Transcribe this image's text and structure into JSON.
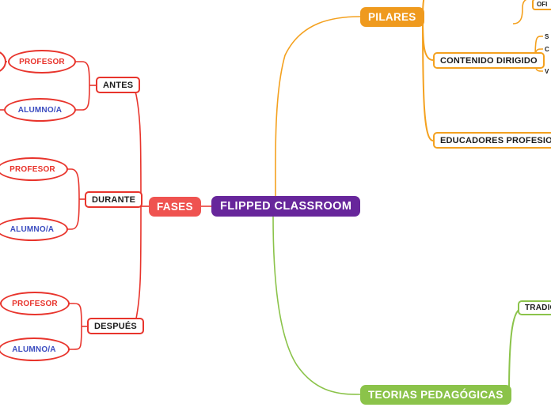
{
  "map": {
    "root": {
      "label": "FLIPPED  CLASSROOM",
      "color": "#67269b"
    },
    "branches": [
      {
        "label": "FASES",
        "color": "#ef5350",
        "children": [
          {
            "label": "ANTES",
            "children": [
              {
                "label": "PROFESOR"
              },
              {
                "label": "ALUMNO/A"
              }
            ]
          },
          {
            "label": "DURANTE",
            "children": [
              {
                "label": "PROFESOR"
              },
              {
                "label": "ALUMNO/A"
              }
            ]
          },
          {
            "label": "DESPUÉS",
            "children": [
              {
                "label": "PROFESOR"
              },
              {
                "label": "ALUMNO/A"
              }
            ]
          }
        ]
      },
      {
        "label": "PILARES",
        "color": "#ef9a1e",
        "children": [
          {
            "label": "OFI"
          },
          {
            "label": "CONTENIDO DIRIGIDO",
            "children": [
              {
                "label": "S"
              },
              {
                "label": "C"
              },
              {
                "label": "V"
              }
            ]
          },
          {
            "label": "EDUCADORES PROFESIONALES"
          }
        ]
      },
      {
        "label": "TEORIAS PEDAGÓGICAS",
        "color": "#8bc34a",
        "children": [
          {
            "label": "TRADIC"
          }
        ]
      }
    ]
  },
  "colors": {
    "root": "#67269b",
    "red": "#ef5350",
    "red_line": "#e8342c",
    "orange": "#ef9a1e",
    "orange_line": "#f4a11f",
    "green": "#8bc34a",
    "text_blue": "#3b4cc0",
    "background": "#ffffff"
  }
}
